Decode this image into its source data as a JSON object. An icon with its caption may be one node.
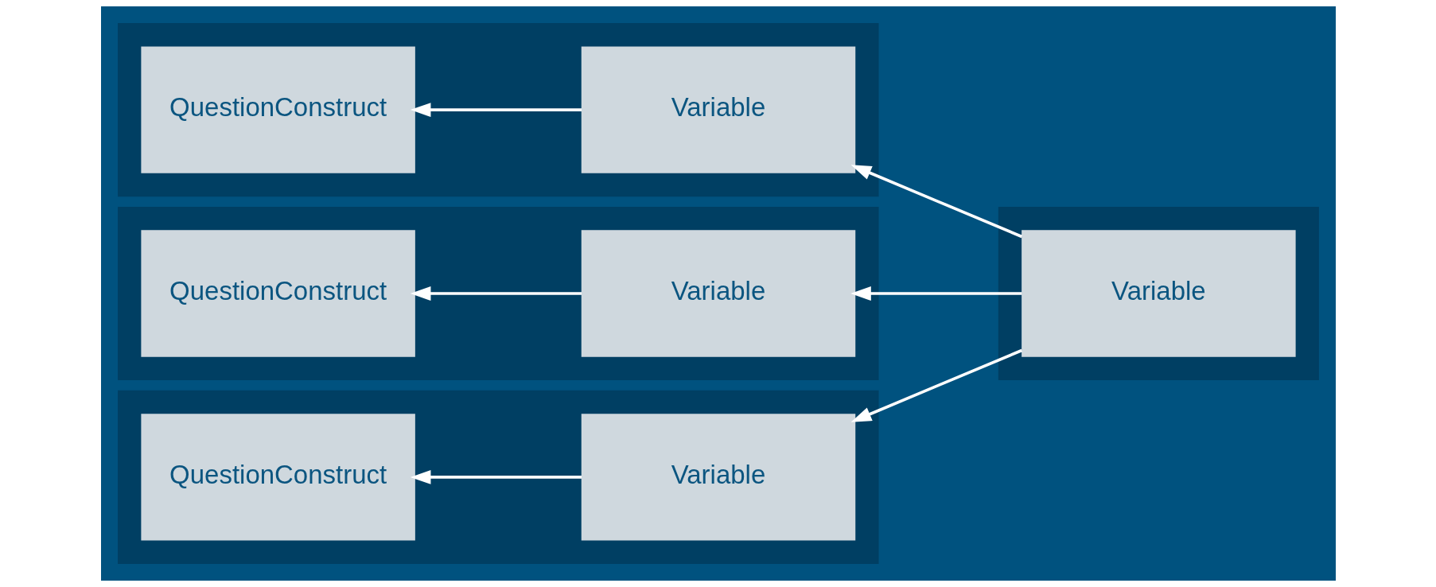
{
  "diagram": {
    "nodes": [
      {
        "text": [],
        "shape": "box"
      },
      {
        "text": [
          "QuestionConstruct"
        ],
        "in": 0
      },
      {
        "text": [
          "Variable"
        ],
        "in": 0
      },
      {
        "text": [],
        "shape": "box"
      },
      {
        "text": [
          "QuestionConstruct"
        ],
        "in": 3
      },
      {
        "text": [
          "Variable"
        ],
        "in": 3
      },
      {
        "text": [],
        "shape": "box"
      },
      {
        "text": [
          "QuestionConstruct"
        ],
        "in": 6
      },
      {
        "text": [
          "Variable"
        ],
        "in": 6
      },
      {
        "text": [],
        "shape": "box"
      },
      {
        "text": [
          "Variable"
        ],
        "in": 9
      }
    ],
    "edges": [
      {
        "from": 2,
        "to": 1,
        "arrow": "to"
      },
      {
        "from": 5,
        "to": 4,
        "arrow": "to"
      },
      {
        "from": 8,
        "to": 7,
        "arrow": "to"
      },
      {
        "from": 10,
        "to": 2,
        "arrow": "to"
      },
      {
        "from": 10,
        "to": 5,
        "arrow": "to"
      },
      {
        "from": 10,
        "to": 8,
        "arrow": "to"
      }
    ]
  }
}
